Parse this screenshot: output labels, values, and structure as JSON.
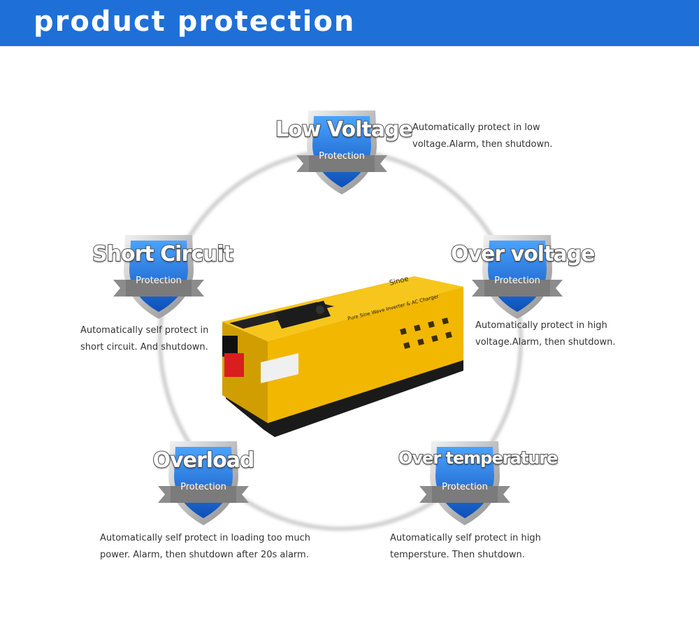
{
  "header": {
    "title": "product protection"
  },
  "product": {
    "brand": "Sinoe",
    "panel_text": "Pure Sine Wave Inverter & AC Charger",
    "colors": {
      "body": "#f2b701",
      "base": "#1a1a1a",
      "terminal": "#d91e1e"
    }
  },
  "badges": [
    {
      "title": "Low Voltage",
      "ribbon": "Protection",
      "desc": [
        "Automatically protect in low",
        "voltage.Alarm, then shutdown."
      ]
    },
    {
      "title": "Short Circuit",
      "ribbon": "Protection",
      "desc": [
        "Automatically self protect in",
        "short circuit. And shutdown."
      ]
    },
    {
      "title": "Over voltage",
      "ribbon": "Protection",
      "desc": [
        "Automatically protect in high",
        "voltage.Alarm, then shutdown."
      ]
    },
    {
      "title": "Overload",
      "ribbon": "Protection",
      "desc": [
        "Automatically self protect in loading too much",
        "power. Alarm, then shutdown after 20s alarm."
      ]
    },
    {
      "title": "Over temperature",
      "ribbon": "Protection",
      "desc": [
        "Automatically self protect in high",
        "tempersture. Then shutdown."
      ]
    }
  ],
  "colors": {
    "header_bg": "#1f6fd8",
    "shield_blue": "#1e6fd9",
    "text": "#333333"
  }
}
